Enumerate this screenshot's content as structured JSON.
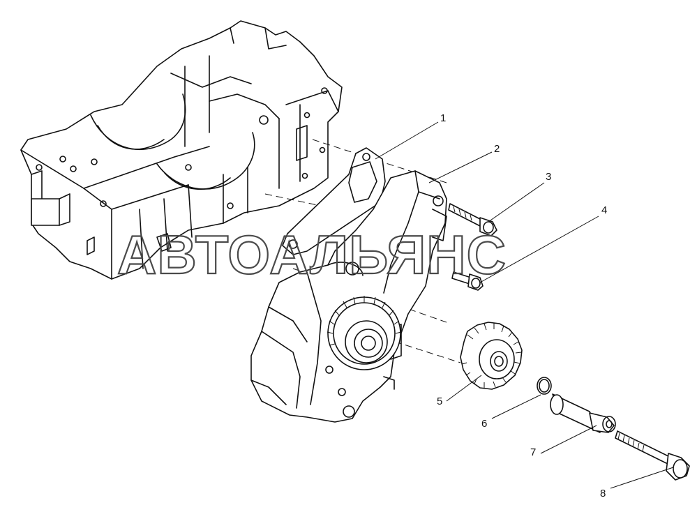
{
  "watermark": "АВТОАЛЬЯНС",
  "callouts": [
    {
      "label": "1"
    },
    {
      "label": "2"
    },
    {
      "label": "3"
    },
    {
      "label": "4"
    },
    {
      "label": "5"
    },
    {
      "label": "6"
    },
    {
      "label": "7"
    },
    {
      "label": "8"
    }
  ]
}
